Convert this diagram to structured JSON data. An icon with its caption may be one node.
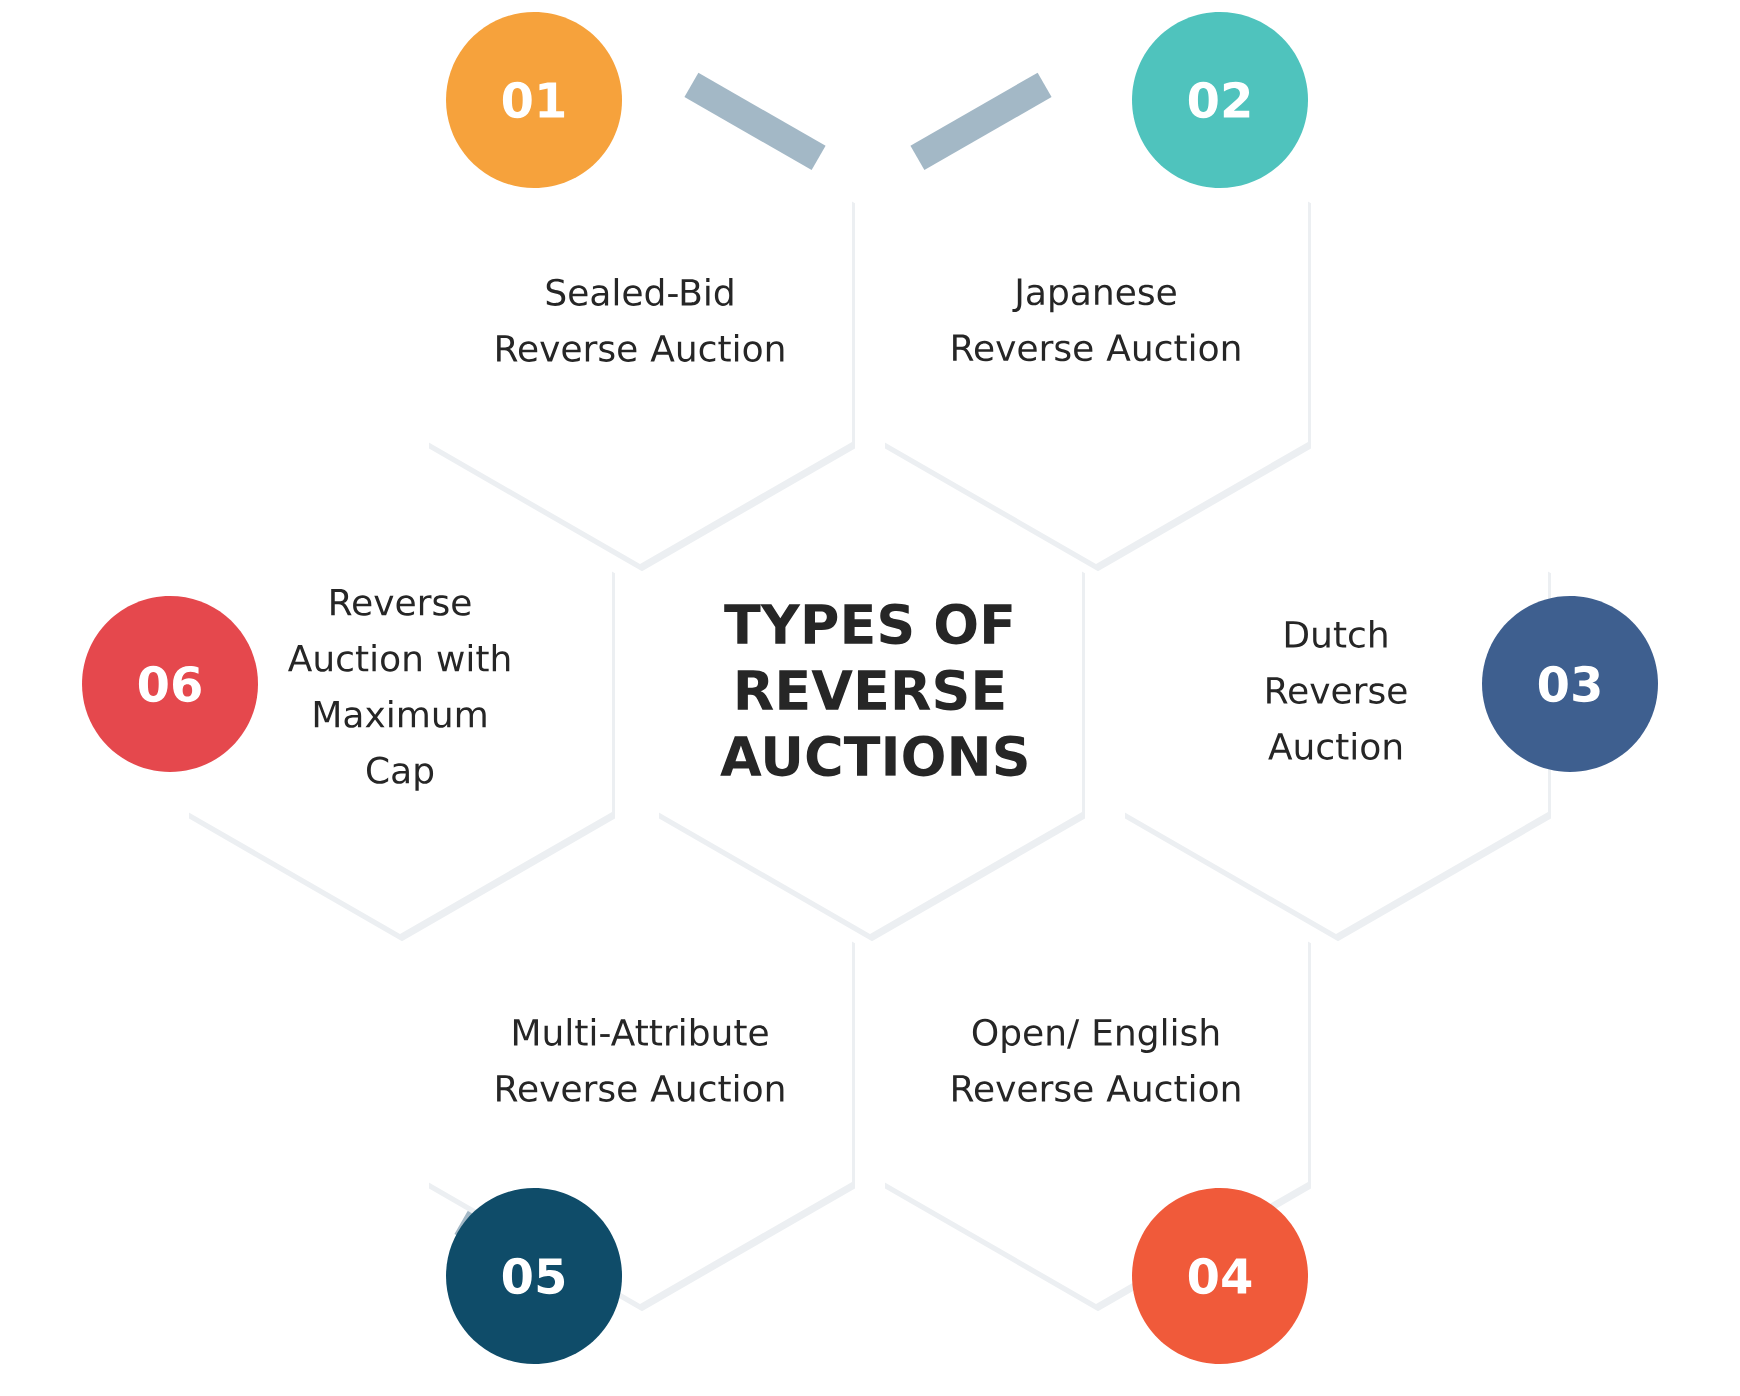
{
  "diagram": {
    "nodes": [
      {
        "text": [
          "TYPES OF REVERSE AUCTIONS"
        ]
      },
      {
        "text": [
          "Sealed-Bid Reverse Auction"
        ]
      },
      {
        "text": [
          "01"
        ]
      },
      {
        "text": [
          "Japanese Reverse Auction"
        ]
      },
      {
        "text": [
          "02"
        ]
      },
      {
        "text": [
          "Dutch Reverse Auction"
        ]
      },
      {
        "text": [
          "03"
        ]
      },
      {
        "text": [
          "Open/ English Reverse Auction"
        ]
      },
      {
        "text": [
          "04"
        ]
      },
      {
        "text": [
          "Multi-Attribute Reverse Auction"
        ]
      },
      {
        "text": [
          "05"
        ]
      },
      {
        "text": [
          "Reverse Auction with Maximum Cap"
        ]
      },
      {
        "text": [
          "06"
        ]
      }
    ]
  }
}
